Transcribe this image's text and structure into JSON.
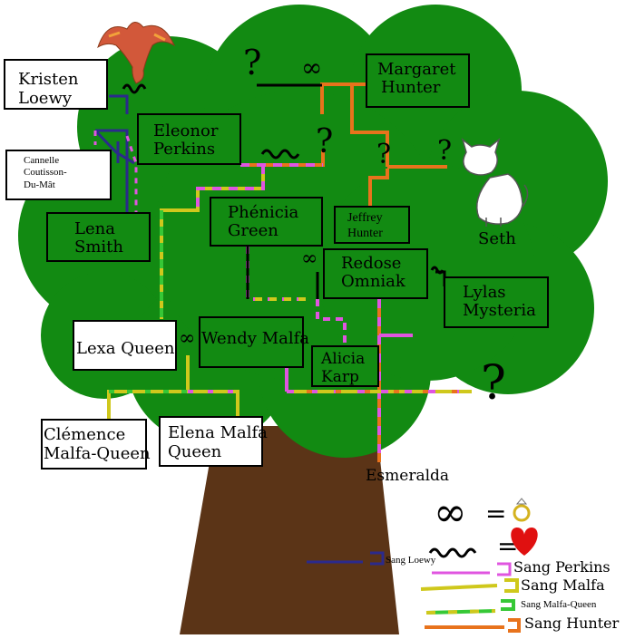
{
  "people": {
    "kristen": [
      "Kristen",
      "Loewy"
    ],
    "eleonor": [
      "Eleonor",
      "Perkins"
    ],
    "cannelle": [
      "Cannelle",
      "Coutisson-",
      "Du-Mât"
    ],
    "lena": [
      "Lena",
      "Smith"
    ],
    "phenicia": [
      "Phénicia",
      "Green"
    ],
    "margaret": [
      "Margaret",
      "Hunter"
    ],
    "jeffrey": [
      "Jeffrey",
      "Hunter"
    ],
    "redose": [
      "Redose",
      "Omniak"
    ],
    "lylas": [
      "Lylas",
      "Mysteria"
    ],
    "lexa": "Lexa Queen",
    "wendy": "Wendy Malfa",
    "alicia": [
      "Alicia",
      "Karp"
    ],
    "clemence": [
      "Clémence",
      "Malfa-Queen"
    ],
    "elena": [
      "Elena Malfa",
      "Queen"
    ],
    "esmeralda": "Esmeralda",
    "seth": "Seth"
  },
  "marks": {
    "unknown": "?",
    "marriage": "∞",
    "equals": "="
  },
  "legend": {
    "loewy": "Sang Loewy",
    "perkins": "Sang Perkins",
    "malfa": "Sang Malfa",
    "malfa_queen": "Sang Malfa-Queen",
    "hunter": "Sang Hunter"
  },
  "colors": {
    "foliage": "#128a12",
    "trunk": "#5b3417",
    "loewy": "#2b2a8c",
    "perkins": "#e055e0",
    "malfa": "#cfc81c",
    "malfa_queen": "#36c836",
    "hunter": "#e8731c",
    "heart": "#e01010",
    "ring": "#d4b21e"
  }
}
